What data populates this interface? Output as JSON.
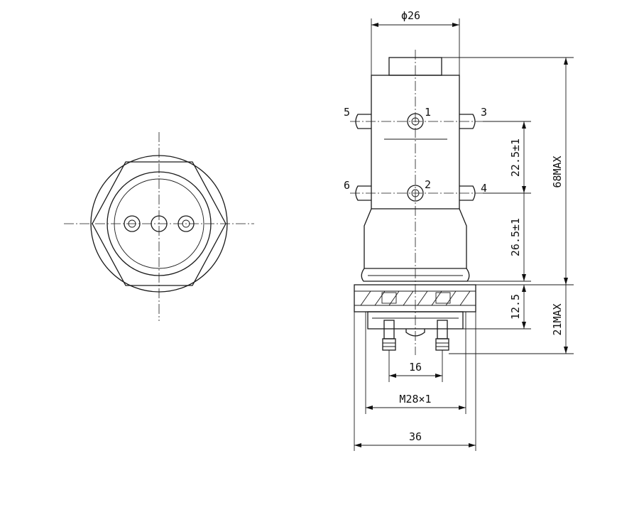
{
  "dimensions": {
    "top_diameter": "ϕ26",
    "spacing_upper": "22.5±1",
    "spacing_lower": "26.5±1",
    "base_height": "12.5",
    "overall_max": "68MAX",
    "base_max": "21MAX",
    "terminal_spacing": "16",
    "thread": "M28×1",
    "base_width": "36"
  },
  "ports": [
    "1",
    "2",
    "3",
    "4",
    "5",
    "6"
  ]
}
